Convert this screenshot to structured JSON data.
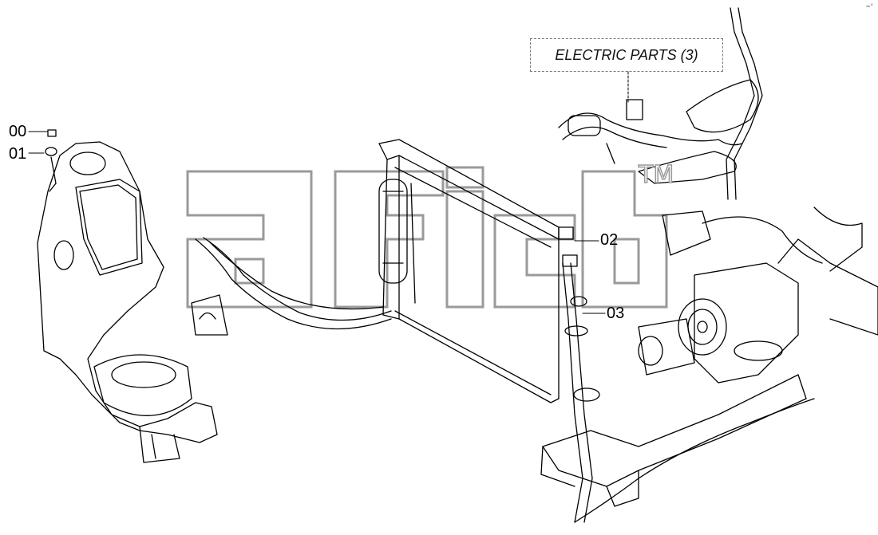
{
  "diagram": {
    "callout": {
      "text": "ELECTRIC PARTS (3)"
    },
    "labels": [
      {
        "id": "00",
        "text": "00"
      },
      {
        "id": "01",
        "text": "01"
      },
      {
        "id": "02",
        "text": "02"
      },
      {
        "id": "03",
        "text": "03"
      }
    ],
    "watermark": {
      "trademark": "TM"
    },
    "corner_mark": "≈°"
  },
  "colors": {
    "line": "#000000",
    "watermark_stroke": "#9a9a9a",
    "callout_border": "#777777"
  }
}
